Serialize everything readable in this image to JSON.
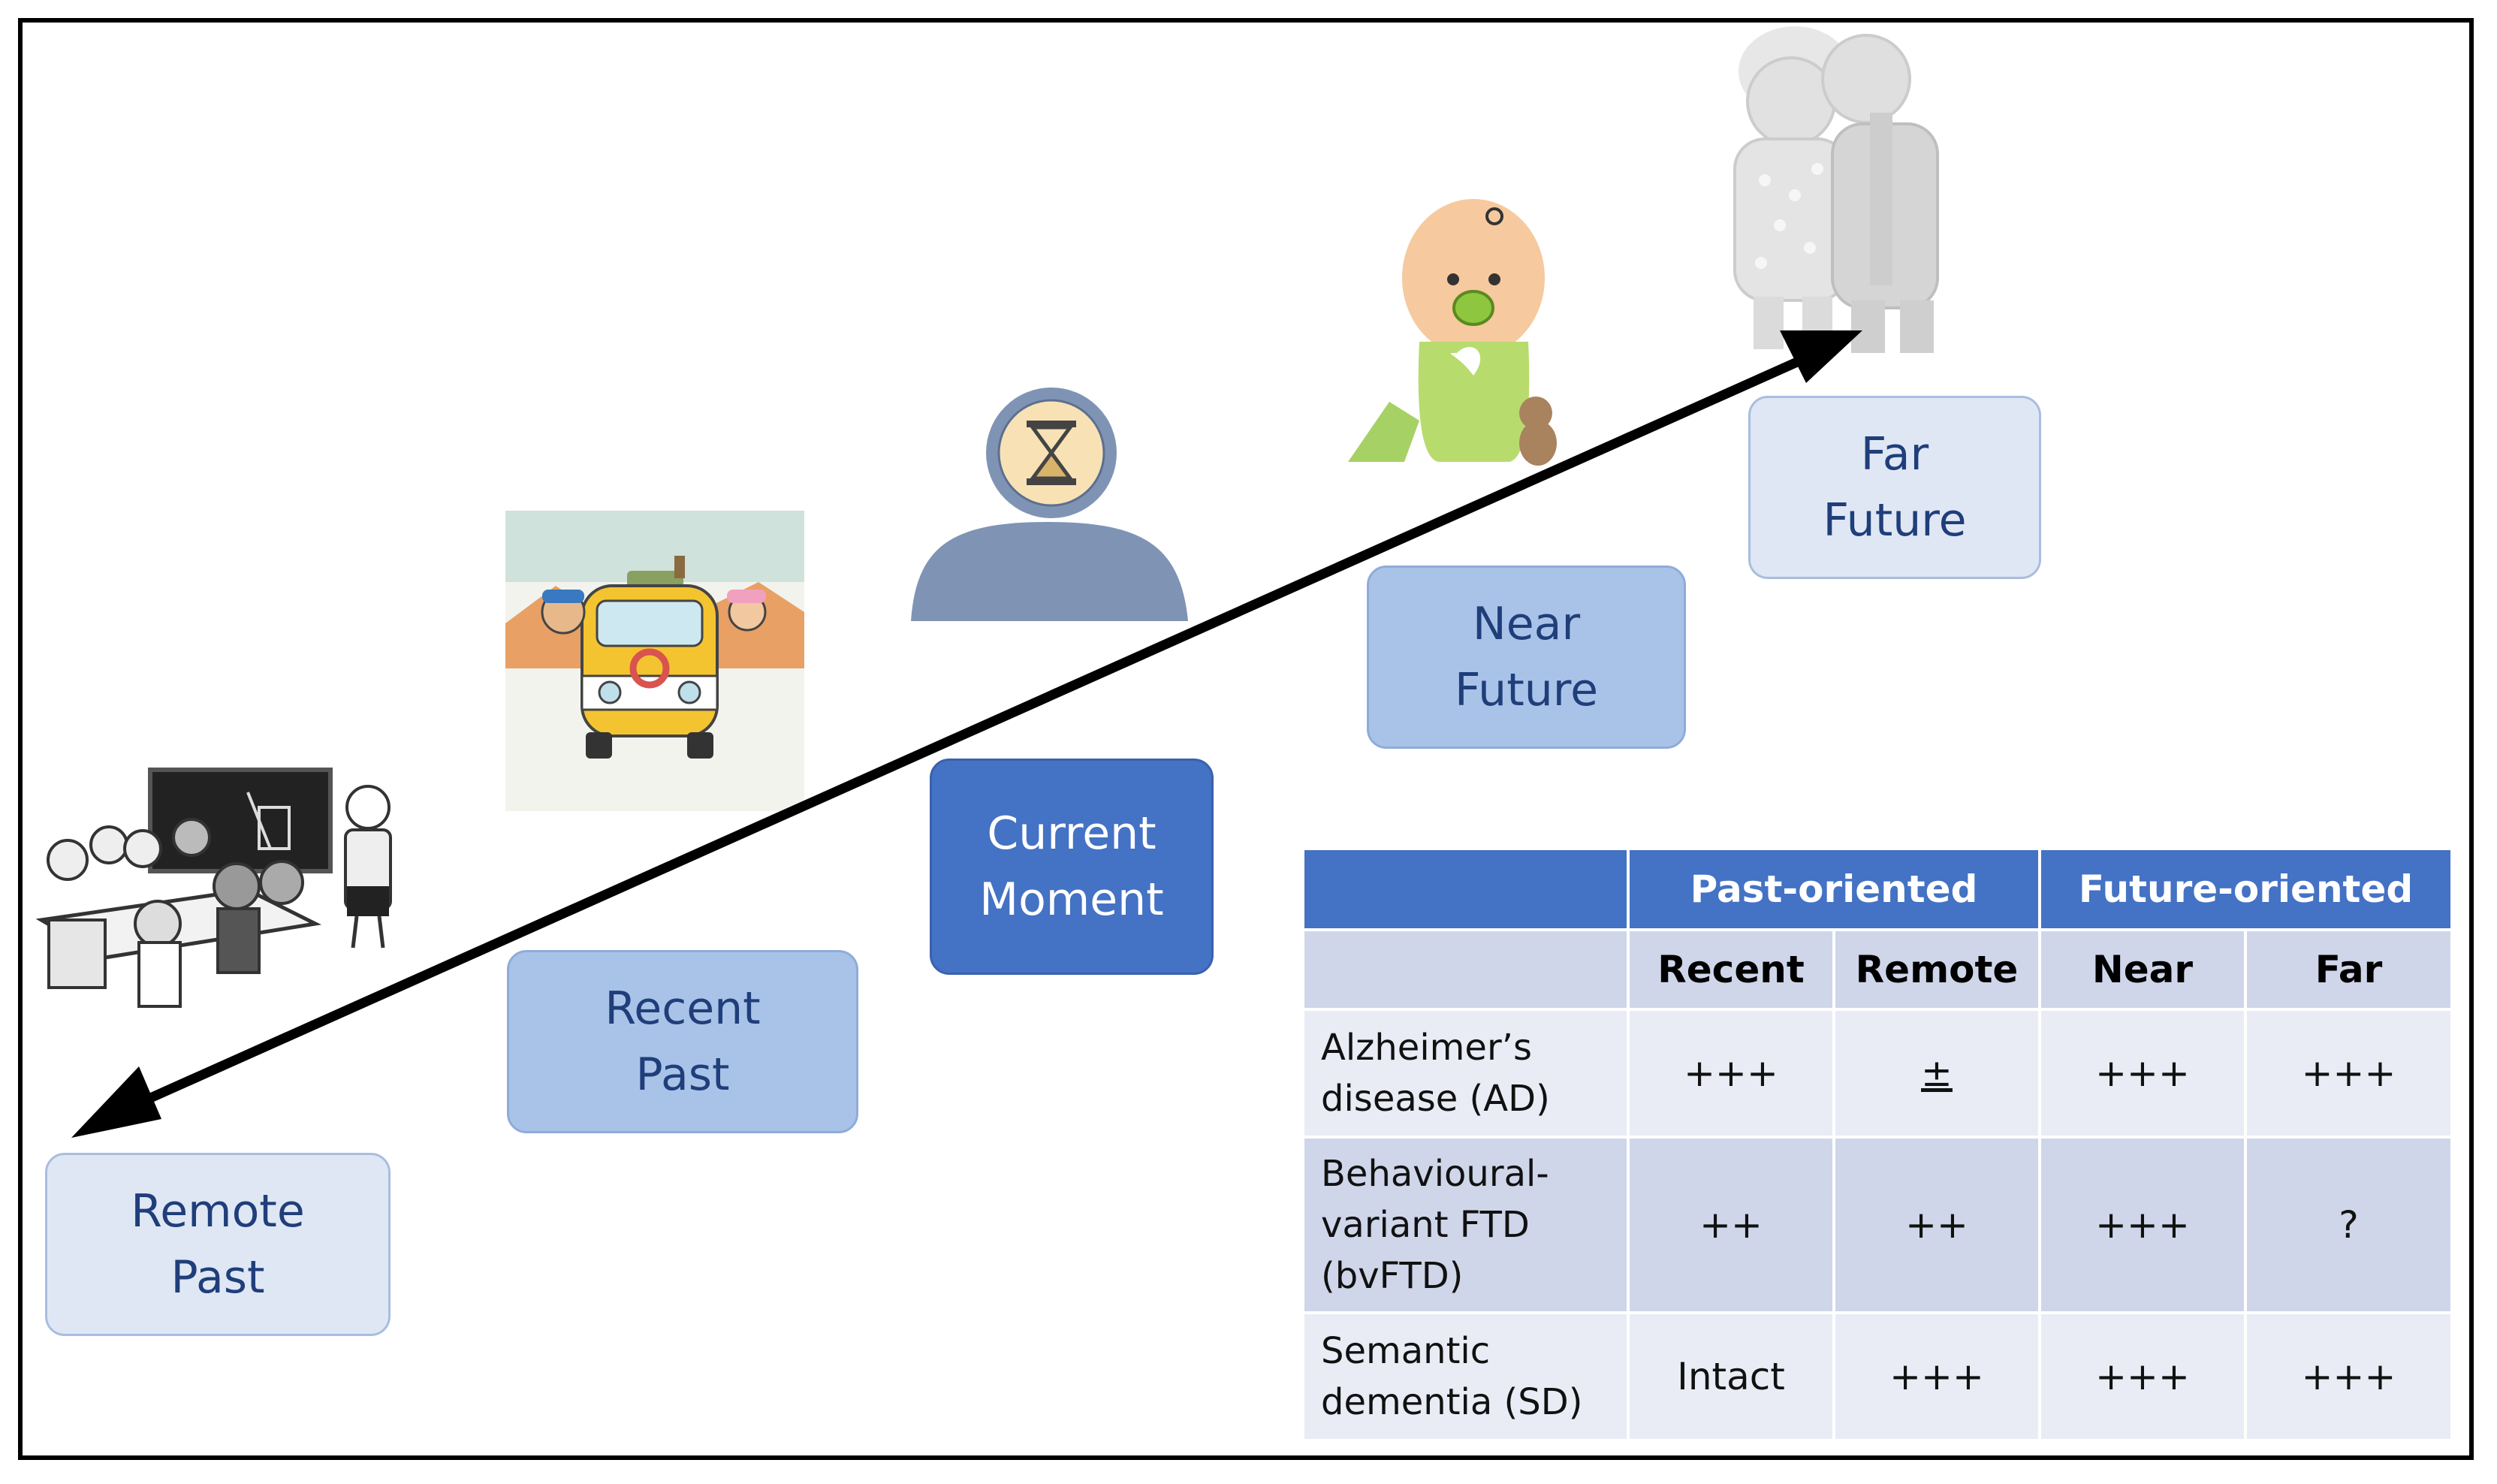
{
  "timeline": {
    "remote_past": [
      "Remote",
      "Past"
    ],
    "recent_past": [
      "Recent",
      "Past"
    ],
    "current_moment": [
      "Current",
      "Moment"
    ],
    "near_future": [
      "Near",
      "Future"
    ],
    "far_future": [
      "Far",
      "Future"
    ]
  },
  "colors": {
    "light_box": "#dfe7f5",
    "mid_box": "#a9c3e8",
    "dark_box": "#4472c4",
    "box_text": "#1f3e7a",
    "table_header": "#4472c4",
    "table_row_light": "#e9ecf5",
    "table_row_dark": "#cfd6ea"
  },
  "icons": [
    "classroom-illustration",
    "camper-van-illustration",
    "person-hourglass-icon",
    "baby-illustration",
    "elderly-couple-illustration"
  ],
  "table": {
    "group_headers": [
      "Past-oriented",
      "Future-oriented"
    ],
    "sub_headers": [
      "Recent",
      "Remote",
      "Near",
      "Far"
    ],
    "rows": [
      {
        "label": [
          "Alzheimer’s",
          "disease (AD)"
        ],
        "values": [
          "+++",
          "±",
          "+++",
          "+++"
        ]
      },
      {
        "label": [
          "Behavioural-",
          "variant FTD",
          "(bvFTD)"
        ],
        "values": [
          "++",
          "++",
          "+++",
          "?"
        ]
      },
      {
        "label": [
          "Semantic",
          "dementia (SD)"
        ],
        "values": [
          "Intact",
          "+++",
          "+++",
          "+++"
        ]
      }
    ]
  }
}
